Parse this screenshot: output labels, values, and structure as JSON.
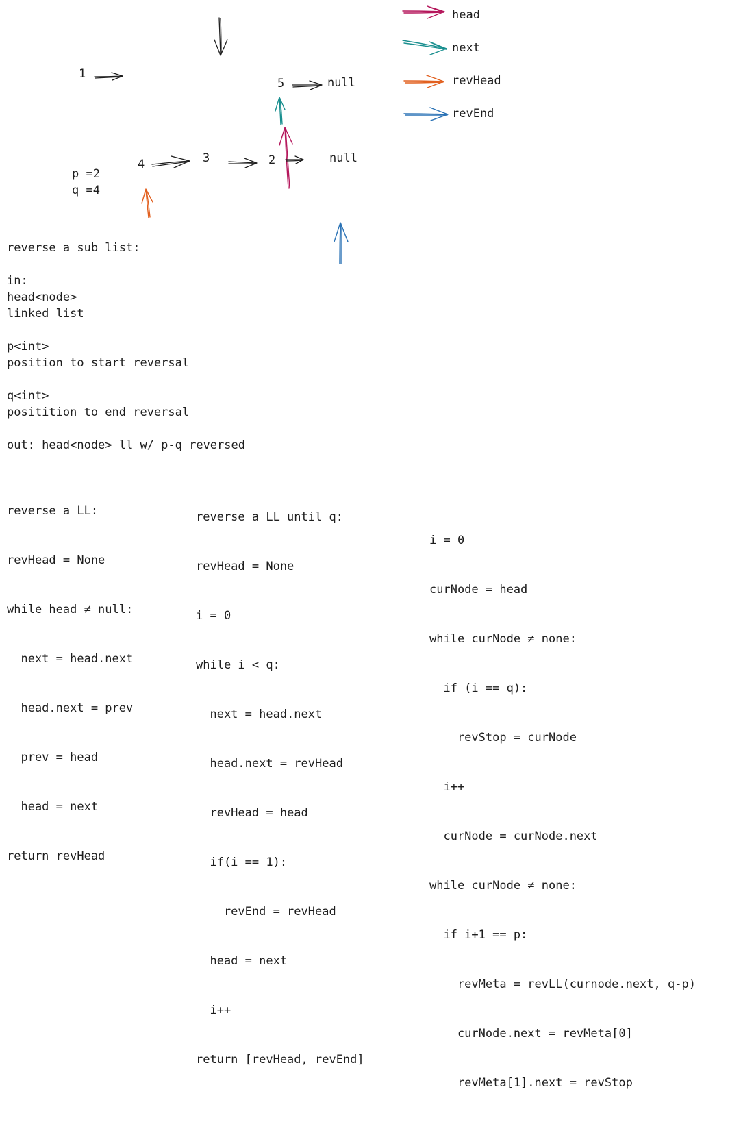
{
  "colors": {
    "ink": "#1e1e1e",
    "head": "#b5175c",
    "next": "#1a8f8f",
    "revHead": "#e2601f",
    "revEnd": "#2a72b5"
  },
  "legend": [
    {
      "label": "head",
      "color": "#b5175c"
    },
    {
      "label": "next",
      "color": "#1a8f8f"
    },
    {
      "label": "revHead",
      "color": "#e2601f"
    },
    {
      "label": "revEnd",
      "color": "#2a72b5"
    }
  ],
  "diagram": {
    "node_1": "1",
    "node_5": "5",
    "null_top": "null",
    "node_4": "4",
    "node_3": "3",
    "node_2": "2",
    "null_bottom": "null",
    "p_value": "p =2",
    "q_value": "q =4"
  },
  "problem": {
    "title": "reverse a sub list:",
    "in_label": "in:",
    "head_type": "head<node>",
    "head_desc": "linked list",
    "p_type": "p<int>",
    "p_desc": "position to start reversal",
    "q_type": "q<int>",
    "q_desc": "positition to end reversal",
    "out": "out: head<node> ll w/ p-q reversed"
  },
  "code_reverse_ll": [
    "reverse a LL:",
    "revHead = None",
    "while head ≠ null:",
    "  next = head.next",
    "  head.next = prev",
    "  prev = head",
    "  head = next",
    "return revHead"
  ],
  "code_reverse_until_q": [
    "reverse a LL until q:",
    "revHead = None",
    "i = 0",
    "while i < q:",
    "  next = head.next",
    "  head.next = revHead",
    "  revHead = head",
    "  if(i == 1):",
    "    revEnd = revHead",
    "  head = next",
    "  i++",
    "return [revHead, revEnd]"
  ],
  "code_main": [
    "i = 0",
    "curNode = head",
    "while curNode ≠ none:",
    "  if (i == q):",
    "    revStop = curNode",
    "  i++",
    "  curNode = curNode.next",
    "while curNode ≠ none:",
    "  if i+1 == p:",
    "    revMeta = revLL(curnode.next, q-p)",
    "    curNode.next = revMeta[0]",
    "    revMeta[1].next = revStop"
  ]
}
